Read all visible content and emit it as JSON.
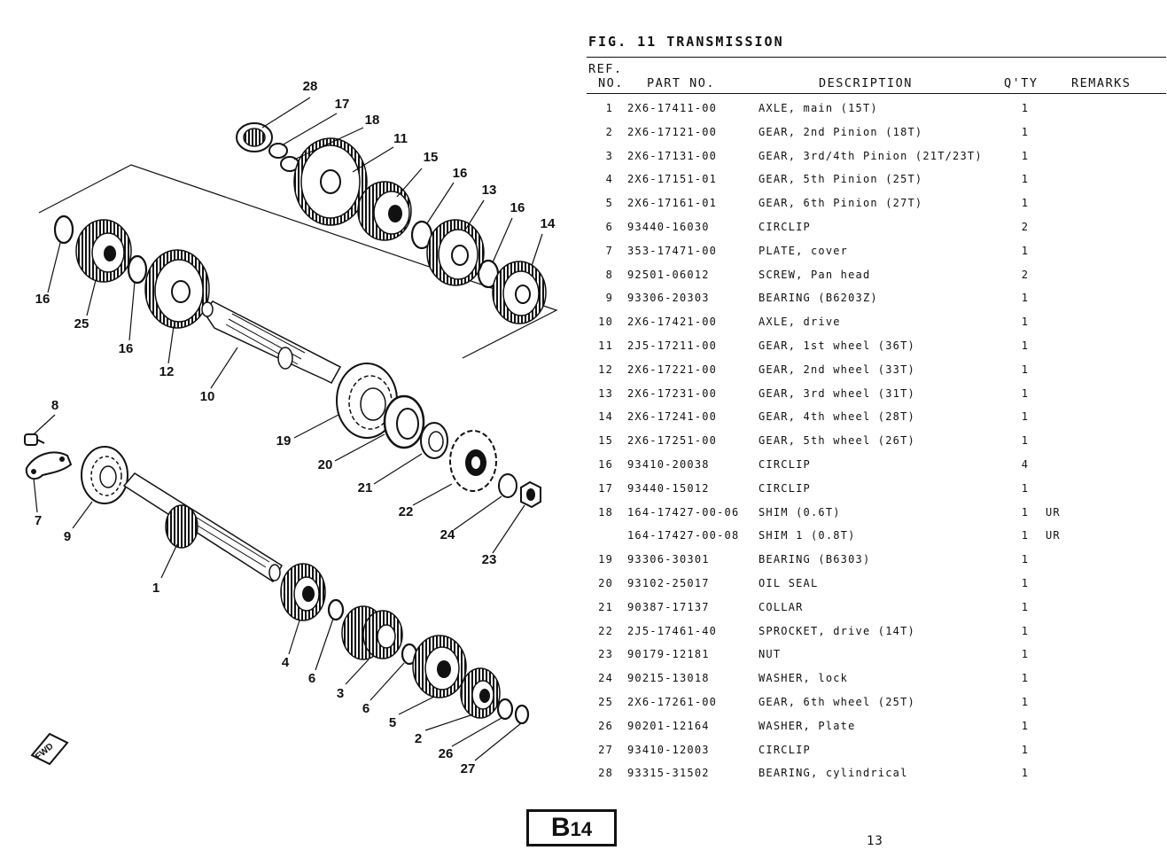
{
  "figure": {
    "title": "FIG. 11  TRANSMISSION"
  },
  "table": {
    "headers": {
      "ref_line1": "REF.",
      "ref_line2": "NO.",
      "part": "PART NO.",
      "desc": "DESCRIPTION",
      "qty": "Q'TY",
      "remarks": "REMARKS"
    },
    "rows": [
      {
        "ref": "1",
        "part": "2X6-17411-00",
        "desc": "AXLE, main (15T)",
        "qty": "1",
        "remarks": ""
      },
      {
        "ref": "2",
        "part": "2X6-17121-00",
        "desc": "GEAR, 2nd Pinion (18T)",
        "qty": "1",
        "remarks": ""
      },
      {
        "ref": "3",
        "part": "2X6-17131-00",
        "desc": "GEAR, 3rd/4th Pinion (21T/23T)",
        "qty": "1",
        "remarks": ""
      },
      {
        "ref": "4",
        "part": "2X6-17151-01",
        "desc": "GEAR, 5th Pinion (25T)",
        "qty": "1",
        "remarks": ""
      },
      {
        "ref": "5",
        "part": "2X6-17161-01",
        "desc": "GEAR, 6th Pinion (27T)",
        "qty": "1",
        "remarks": ""
      },
      {
        "ref": "6",
        "part": "93440-16030",
        "desc": "CIRCLIP",
        "qty": "2",
        "remarks": ""
      },
      {
        "ref": "7",
        "part": "353-17471-00",
        "desc": "PLATE, cover",
        "qty": "1",
        "remarks": ""
      },
      {
        "ref": "8",
        "part": "92501-06012",
        "desc": "SCREW, Pan head",
        "qty": "2",
        "remarks": ""
      },
      {
        "ref": "9",
        "part": "93306-20303",
        "desc": "BEARING (B6203Z)",
        "qty": "1",
        "remarks": ""
      },
      {
        "ref": "10",
        "part": "2X6-17421-00",
        "desc": "AXLE, drive",
        "qty": "1",
        "remarks": ""
      },
      {
        "ref": "11",
        "part": "2J5-17211-00",
        "desc": "GEAR, 1st wheel (36T)",
        "qty": "1",
        "remarks": ""
      },
      {
        "ref": "12",
        "part": "2X6-17221-00",
        "desc": "GEAR, 2nd wheel (33T)",
        "qty": "1",
        "remarks": ""
      },
      {
        "ref": "13",
        "part": "2X6-17231-00",
        "desc": "GEAR, 3rd wheel (31T)",
        "qty": "1",
        "remarks": ""
      },
      {
        "ref": "14",
        "part": "2X6-17241-00",
        "desc": "GEAR, 4th wheel (28T)",
        "qty": "1",
        "remarks": ""
      },
      {
        "ref": "15",
        "part": "2X6-17251-00",
        "desc": "GEAR, 5th wheel (26T)",
        "qty": "1",
        "remarks": ""
      },
      {
        "ref": "16",
        "part": "93410-20038",
        "desc": "CIRCLIP",
        "qty": "4",
        "remarks": ""
      },
      {
        "ref": "17",
        "part": "93440-15012",
        "desc": "CIRCLIP",
        "qty": "1",
        "remarks": ""
      },
      {
        "ref": "18",
        "part": "164-17427-00-06",
        "desc": "SHIM (0.6T)",
        "qty": "1",
        "remarks": "UR"
      },
      {
        "ref": "",
        "part": "164-17427-00-08",
        "desc": "SHIM 1 (0.8T)",
        "qty": "1",
        "remarks": "UR"
      },
      {
        "ref": "19",
        "part": "93306-30301",
        "desc": "BEARING (B6303)",
        "qty": "1",
        "remarks": ""
      },
      {
        "ref": "20",
        "part": "93102-25017",
        "desc": "OIL SEAL",
        "qty": "1",
        "remarks": ""
      },
      {
        "ref": "21",
        "part": "90387-17137",
        "desc": "COLLAR",
        "qty": "1",
        "remarks": ""
      },
      {
        "ref": "22",
        "part": "2J5-17461-40",
        "desc": "SPROCKET, drive (14T)",
        "qty": "1",
        "remarks": ""
      },
      {
        "ref": "23",
        "part": "90179-12181",
        "desc": "NUT",
        "qty": "1",
        "remarks": ""
      },
      {
        "ref": "24",
        "part": "90215-13018",
        "desc": "WASHER, lock",
        "qty": "1",
        "remarks": ""
      },
      {
        "ref": "25",
        "part": "2X6-17261-00",
        "desc": "GEAR, 6th wheel (25T)",
        "qty": "1",
        "remarks": ""
      },
      {
        "ref": "26",
        "part": "90201-12164",
        "desc": "WASHER, Plate",
        "qty": "1",
        "remarks": ""
      },
      {
        "ref": "27",
        "part": "93410-12003",
        "desc": "CIRCLIP",
        "qty": "1",
        "remarks": ""
      },
      {
        "ref": "28",
        "part": "93315-31502",
        "desc": "BEARING, cylindrical",
        "qty": "1",
        "remarks": ""
      }
    ]
  },
  "diagram": {
    "labels": [
      "28",
      "17",
      "18",
      "11",
      "15",
      "16",
      "13",
      "16",
      "14",
      "16",
      "25",
      "16",
      "12",
      "10",
      "8",
      "19",
      "20",
      "21",
      "22",
      "24",
      "23",
      "7",
      "9",
      "1",
      "4",
      "6",
      "3",
      "6",
      "5",
      "2",
      "26",
      "27"
    ],
    "fwd_arrow_text": "FWD"
  },
  "footer": {
    "badge_main": "B",
    "badge_num": "14",
    "page_number": "13"
  }
}
